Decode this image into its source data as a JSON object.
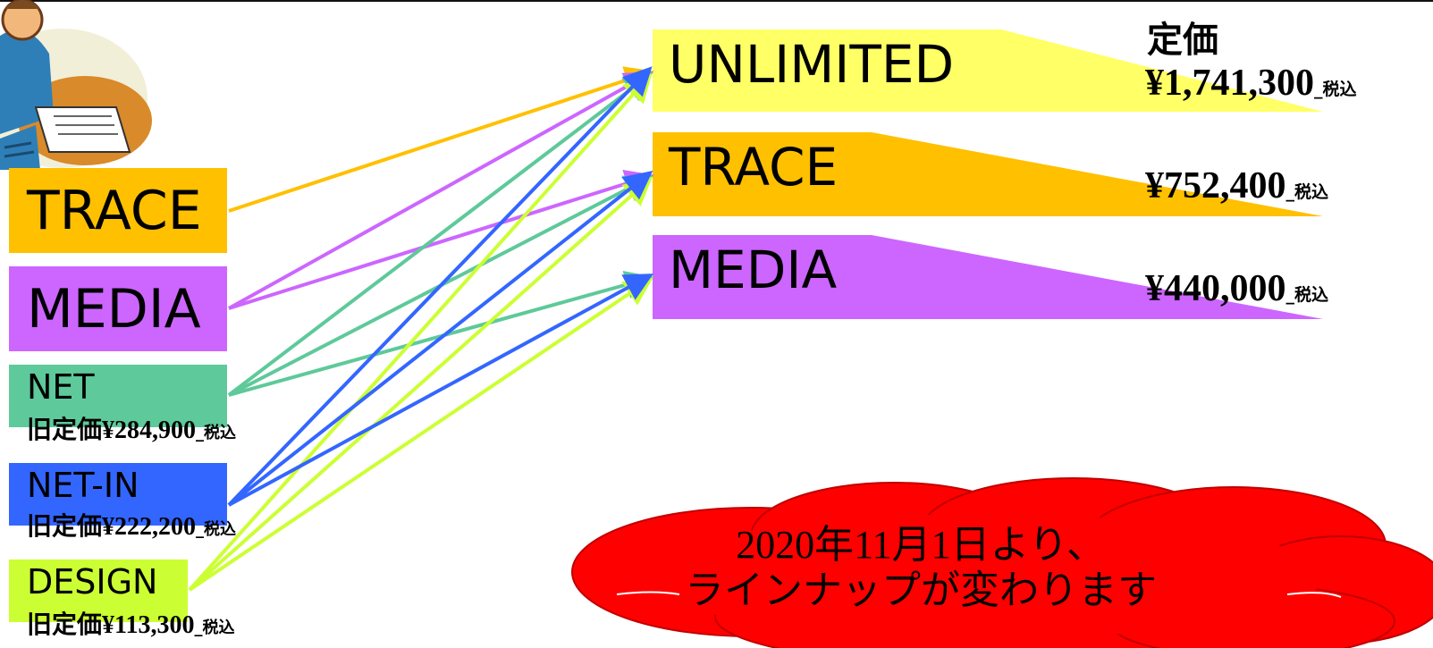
{
  "colors": {
    "trace": "#FFC000",
    "media": "#CC66FF",
    "net": "#5EC99A",
    "net_in": "#3366FF",
    "design": "#CCFF33",
    "unlimited": "#FFFF66",
    "cloud": "#FF0000"
  },
  "old_products": [
    {
      "id": "trace",
      "label": "TRACE",
      "price_prefix": "",
      "price": "",
      "tax": ""
    },
    {
      "id": "media",
      "label": "MEDIA",
      "price_prefix": "",
      "price": "",
      "tax": ""
    },
    {
      "id": "net",
      "label": "NET",
      "price_prefix": "旧定価",
      "price": "¥284,900",
      "tax": "_税込"
    },
    {
      "id": "net_in",
      "label": "NET-IN",
      "price_prefix": "旧定価",
      "price": "¥222,200",
      "tax": "_税込"
    },
    {
      "id": "design",
      "label": "DESIGN",
      "price_prefix": "旧定価",
      "price": "¥113,300",
      "tax": "_税込"
    }
  ],
  "new_products": [
    {
      "id": "unlimited",
      "label": "UNLIMITED",
      "price": "¥1,741,300",
      "tax": "_税込"
    },
    {
      "id": "trace",
      "label": "TRACE",
      "price": "¥752,400",
      "tax": "_税込"
    },
    {
      "id": "media",
      "label": "MEDIA",
      "price": "¥440,000",
      "tax": "_税込"
    }
  ],
  "price_header": "定価",
  "announcement": {
    "line1": "2020年11月1日より、",
    "line2": "ラインナップが変わります"
  },
  "icon": "reading-man-clipart-icon",
  "mapping": [
    {
      "from": "trace",
      "to": [
        "unlimited"
      ]
    },
    {
      "from": "media",
      "to": [
        "unlimited",
        "trace"
      ]
    },
    {
      "from": "net",
      "to": [
        "unlimited",
        "trace",
        "media"
      ]
    },
    {
      "from": "net_in",
      "to": [
        "unlimited",
        "trace",
        "media"
      ]
    },
    {
      "from": "design",
      "to": [
        "unlimited",
        "trace",
        "media"
      ]
    }
  ]
}
